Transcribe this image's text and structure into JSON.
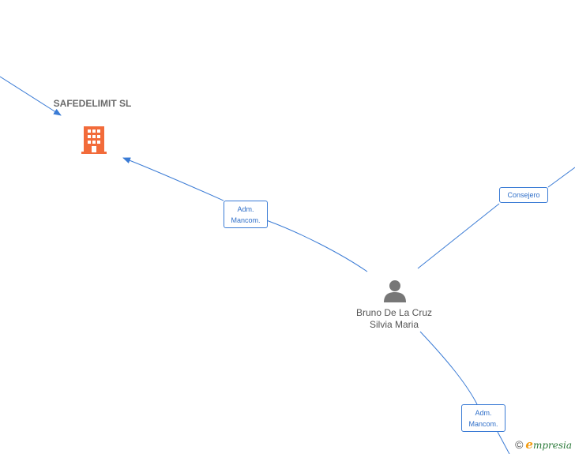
{
  "nodes": {
    "company": {
      "name": "SAFEDELIMIT SL",
      "color": "#f26b3a"
    },
    "person": {
      "name": "Bruno De La Cruz Silvia Maria",
      "color": "#777777"
    }
  },
  "edges": [
    {
      "label": "Adm. Mancom."
    },
    {
      "label": "Consejero"
    },
    {
      "label": "Adm. Mancom."
    }
  ],
  "colors": {
    "edge": "#3a7bd5"
  },
  "brand": {
    "copyright": "©",
    "initial": "e",
    "name": "mpresia"
  }
}
